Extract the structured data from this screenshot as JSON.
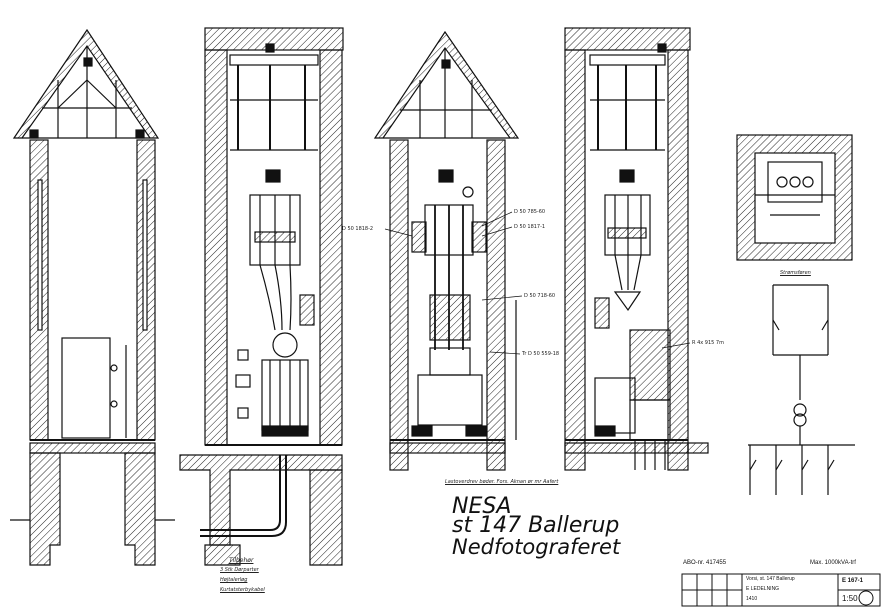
{
  "handwriting": {
    "line1": "NESA",
    "line2": "st 147 Ballerup",
    "line3": "Nedfotograferet"
  },
  "tags": {
    "d50_1818_2": "D 50 1818-2",
    "d50_785_60": "D 50 785-60",
    "d50_1817_1": "D 50 1817-1",
    "d50_718_60": "D 50 718-60",
    "trd50_559_18": "Tr D 50 559-18",
    "r_bolt": "R 4x 915 7m"
  },
  "notes": {
    "left_title": "Tilbehør",
    "left_line1": "3 Stk Dørparter",
    "left_line2": "Højtalerløg",
    "left_line3": "Kurtatsterbykabel",
    "mid_caption": "Lastoverdrev bøder. Fors. Aknan ør mr Aafert",
    "single_line": "Strømsføren"
  },
  "title_block": {
    "abo": "ABO-nr. 417455",
    "max": "Max. 1000kVA-trf",
    "drawing_no": "E 167-1",
    "desc1": "Vorsi, st. 147 Ballerup",
    "desc2": "E LEDELNING",
    "desc3": "1410",
    "scale": "1:50"
  }
}
